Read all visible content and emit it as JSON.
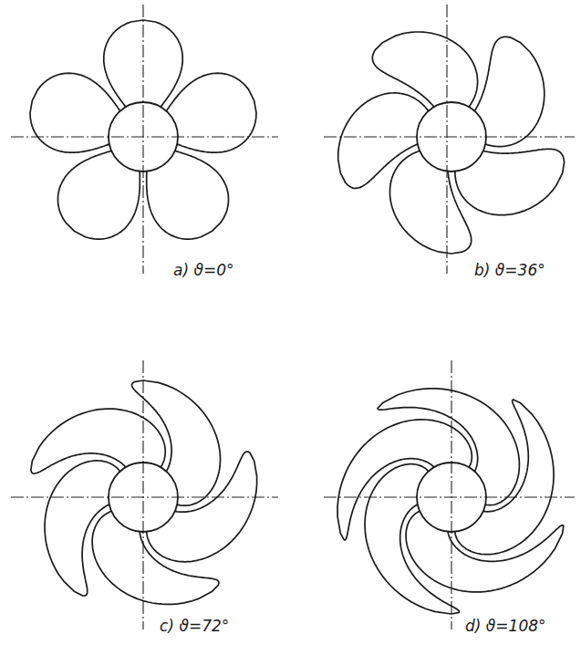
{
  "diagram": {
    "labels": [
      "a) ϑ=0°",
      "b) ϑ=36°",
      "c) ϑ=72°",
      "d) ϑ=108°"
    ]
  }
}
